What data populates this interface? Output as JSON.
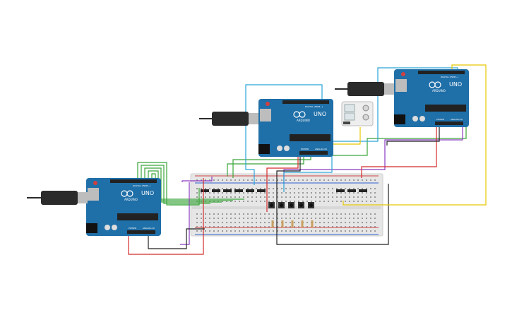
{
  "boards": [
    {
      "id": "board-left",
      "label": "UNO",
      "brand": "ARDUINO",
      "header_label": "DIGITAL (PWM~)",
      "power_label": "POWER",
      "analog_label": "ANALOG IN"
    },
    {
      "id": "board-middle",
      "label": "UNO",
      "brand": "ARDUINO",
      "header_label": "DIGITAL (PWM~)",
      "power_label": "POWER",
      "analog_label": "ANALOG IN"
    },
    {
      "id": "board-right",
      "label": "UNO",
      "brand": "ARDUINO",
      "header_label": "DIGITAL (PWM~)",
      "power_label": "POWER",
      "analog_label": "ANALOG IN"
    }
  ],
  "display": {
    "digits": [
      "",
      ""
    ]
  },
  "colors": {
    "board": "#1f6fa8",
    "board_dark": "#145683",
    "breadboard": "#e9e9e9",
    "wire_green": "#3aa53a",
    "wire_red": "#d42b2b",
    "wire_black": "#222222",
    "wire_blue": "#2aa3d8",
    "wire_purple": "#8a3ac0",
    "wire_yellow": "#e6c700",
    "usb": "#2b2b2b"
  }
}
